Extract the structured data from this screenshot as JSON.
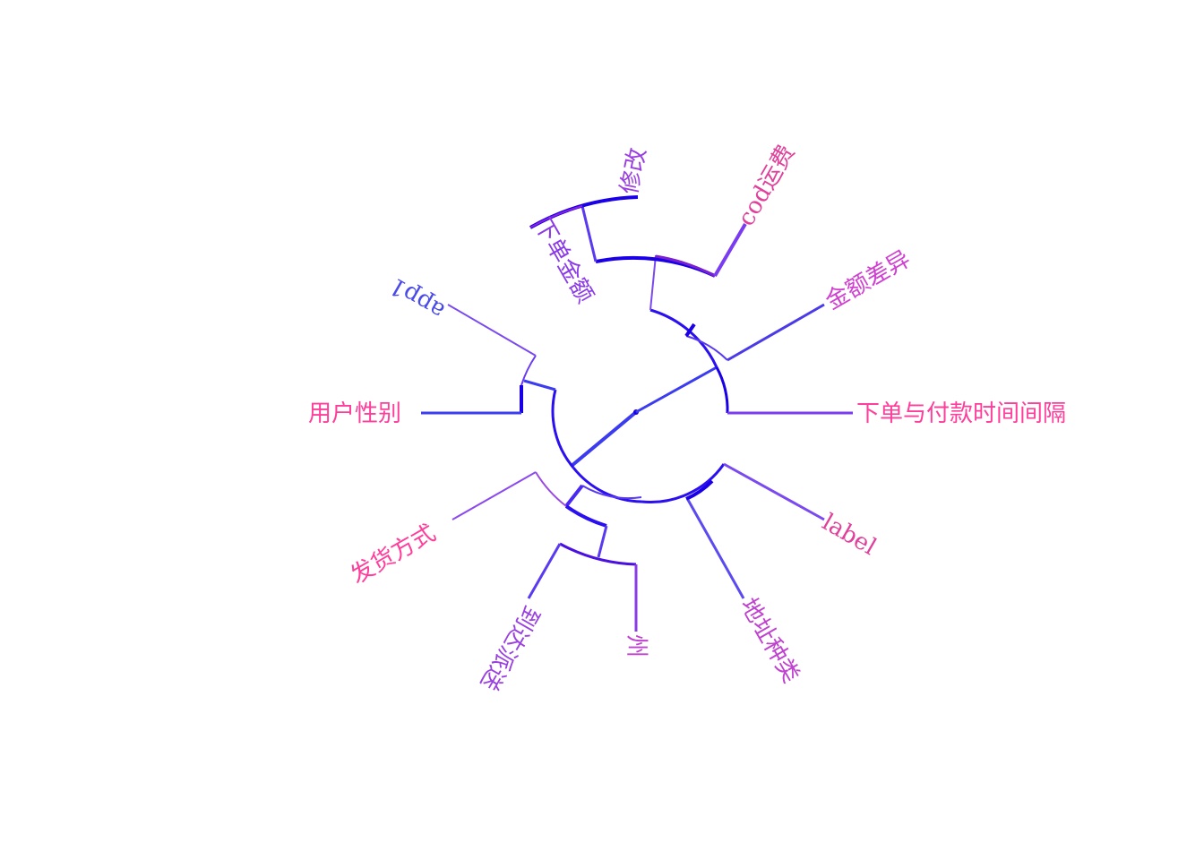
{
  "diagram": {
    "type": "circular-dendrogram",
    "colors": {
      "pink": "#ff3d9a",
      "blue": "#3b3bf0",
      "deep_blue": "#1a00e6",
      "purple": "#8a2be2",
      "violet": "#7a3cf0"
    },
    "leaves": [
      {
        "id": "xiadan_fukuan",
        "label": "下单与付款时间间隔",
        "color": "#ff3d9a"
      },
      {
        "id": "jine_chayi",
        "label": "金额差异",
        "color": "#d040d0"
      },
      {
        "id": "cod_yunfei",
        "label": "cod运费",
        "color": "#e0409a"
      },
      {
        "id": "xiugai",
        "label": "修改",
        "color": "#9a40e0"
      },
      {
        "id": "xiadan_jine",
        "label": "下单金额",
        "color": "#8a3ae6"
      },
      {
        "id": "app1",
        "label": "app1",
        "color": "#4a4ae8"
      },
      {
        "id": "yonghu_xingbie",
        "label": "用户性别",
        "color": "#ff3d9a"
      },
      {
        "id": "fahuo_fangshi",
        "label": "发货方式",
        "color": "#ff3d9a"
      },
      {
        "id": "daoda_paisong",
        "label": "到达派送",
        "color": "#9a40e0"
      },
      {
        "id": "zhou",
        "label": "州",
        "color": "#c040d0"
      },
      {
        "id": "dizhi_zhonglei",
        "label": "地址种类",
        "color": "#c040d0"
      },
      {
        "id": "label",
        "label": "label",
        "color": "#e0409a"
      }
    ]
  }
}
